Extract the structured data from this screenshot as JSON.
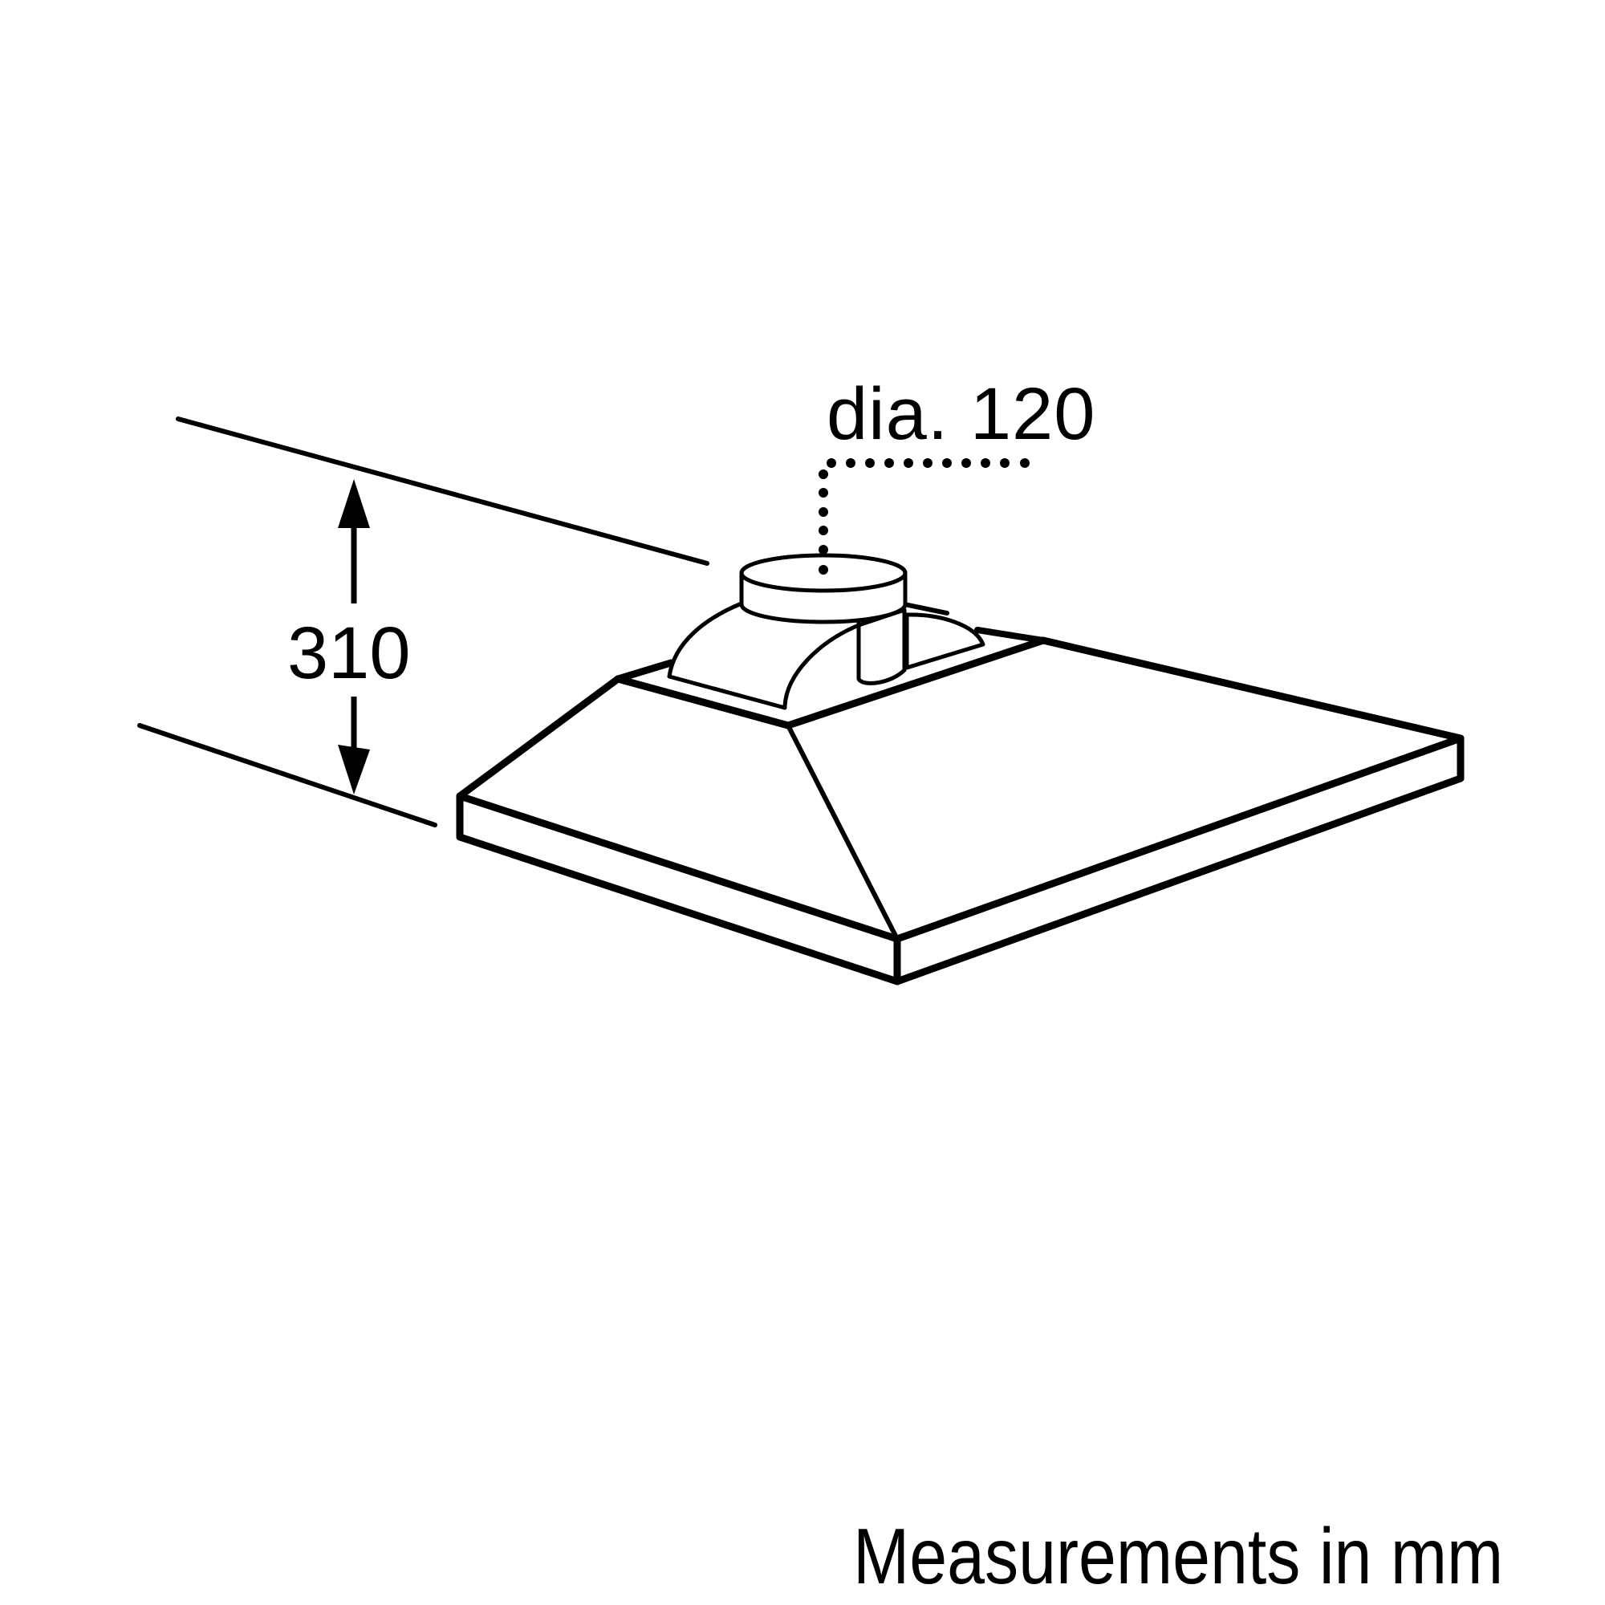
{
  "drawing": {
    "subject": "cooker hood dimension drawing",
    "stroke_color": "#000000",
    "background": "#ffffff"
  },
  "dimensions": {
    "duct_diameter_label": "dia. 120",
    "height_label": "310"
  },
  "footer": {
    "units_note": "Measurements in mm"
  }
}
